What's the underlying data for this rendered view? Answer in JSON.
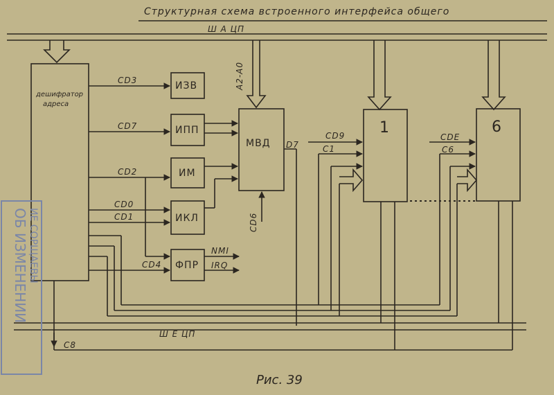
{
  "title": "Структурная схема встроенного интерфейса общего",
  "buses": {
    "address_bus": "Ш А ЦП",
    "data_bus": "Ш Е ЦП",
    "addr_lines": "А2-А0"
  },
  "blocks": {
    "decoder_line1": "дешифратор",
    "decoder_line2": "адреса",
    "izv": "ИЗВ",
    "ipp": "ИПП",
    "im": "ИМ",
    "ikl": "ИКЛ",
    "fpr": "ФПР",
    "mvd": "МВД",
    "unit1": "1",
    "unit6": "6"
  },
  "signals": {
    "cd3": "CD3",
    "cd7": "CD7",
    "cd2": "CD2",
    "cd0": "CD0",
    "cd1": "CD1",
    "cd4": "CD4",
    "nmi": "NMI",
    "irq": "IRQ",
    "cd6": "CD6",
    "d7": "D7",
    "cd9": "CD9",
    "c1": "C1",
    "cde": "CDE",
    "c6": "C6",
    "c8": "C8"
  },
  "stamp": {
    "line1": "ОБ ИЗМЕНЕНИИ",
    "line2": "ИЕ СОРЩАЕВЫ"
  },
  "caption": "Рис. 39"
}
